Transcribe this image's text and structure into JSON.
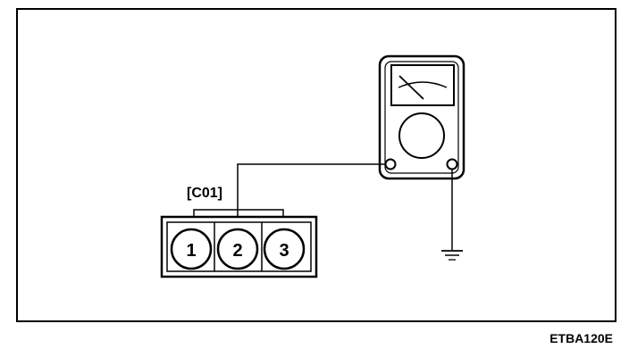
{
  "diagram": {
    "connector_label": "[C01]",
    "pins": [
      "1",
      "2",
      "3"
    ],
    "figure_code": "ETBA120E"
  },
  "colors": {
    "line": "#000000",
    "background": "#ffffff"
  },
  "icons": [
    "multimeter-icon",
    "ground-symbol-icon",
    "connector-icon"
  ]
}
